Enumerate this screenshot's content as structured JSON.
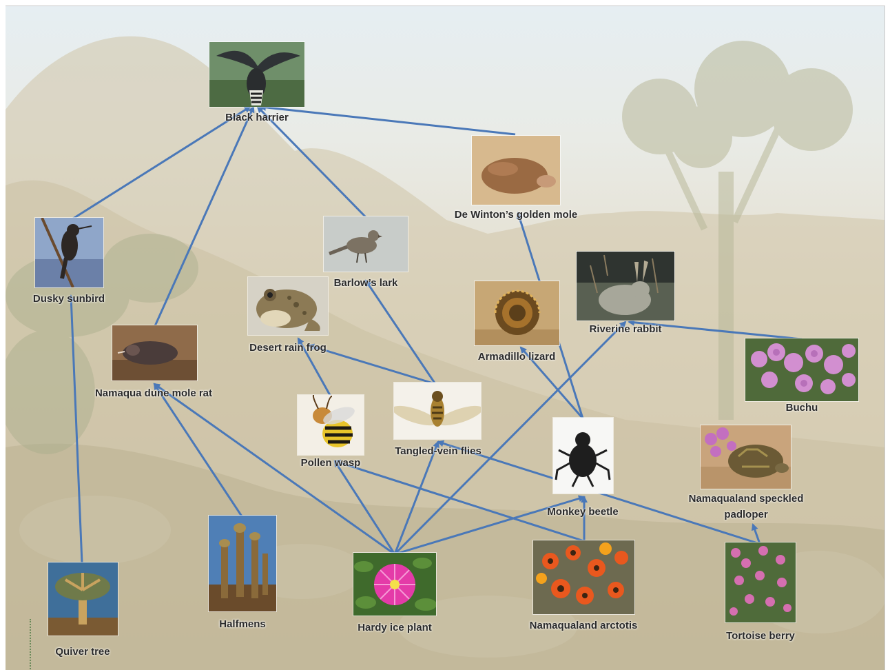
{
  "diagram": {
    "edge_color": "#4a78b8",
    "nodes": [
      {
        "id": "black_harrier",
        "label": "Black harrier",
        "icon": "harrier-photo"
      },
      {
        "id": "de_wintons_golden_mole",
        "label": "De Winton’s golden mole",
        "icon": "golden-mole-photo"
      },
      {
        "id": "dusky_sunbird",
        "label": "Dusky sunbird",
        "icon": "sunbird-photo"
      },
      {
        "id": "barlows_lark",
        "label": "Barlow’s lark",
        "icon": "lark-photo"
      },
      {
        "id": "riverine_rabbit",
        "label": "Riverine rabbit",
        "icon": "rabbit-photo"
      },
      {
        "id": "desert_rain_frog",
        "label": "Desert rain frog",
        "icon": "frog-photo"
      },
      {
        "id": "armadillo_lizard",
        "label": "Armadillo lizard",
        "icon": "lizard-photo"
      },
      {
        "id": "namaqua_dune_mole_rat",
        "label": "Namaqua dune mole rat",
        "icon": "mole-rat-photo"
      },
      {
        "id": "buchu",
        "label": "Buchu",
        "icon": "buchu-flower-photo"
      },
      {
        "id": "pollen_wasp",
        "label": "Pollen wasp",
        "icon": "wasp-photo"
      },
      {
        "id": "tangled_vein_flies",
        "label": "Tangled-vein flies",
        "icon": "fly-photo"
      },
      {
        "id": "monkey_beetle",
        "label": "Monkey beetle",
        "icon": "beetle-photo"
      },
      {
        "id": "namaqualand_speckled_padloper",
        "label": "Namaqualand speckled padloper",
        "icon": "tortoise-photo"
      },
      {
        "id": "quiver_tree",
        "label": "Quiver tree",
        "icon": "quiver-tree-photo"
      },
      {
        "id": "halfmens",
        "label": "Halfmens",
        "icon": "halfmens-photo"
      },
      {
        "id": "hardy_ice_plant",
        "label": "Hardy ice plant",
        "icon": "ice-plant-photo"
      },
      {
        "id": "namaqualand_arctotis",
        "label": "Namaqualand arctotis",
        "icon": "arctotis-photo"
      },
      {
        "id": "tortoise_berry",
        "label": "Tortoise berry",
        "icon": "tortoise-berry-photo"
      }
    ],
    "edges": [
      {
        "from": "dusky_sunbird",
        "to": "black_harrier"
      },
      {
        "from": "namaqua_dune_mole_rat",
        "to": "black_harrier"
      },
      {
        "from": "barlows_lark",
        "to": "black_harrier"
      },
      {
        "from": "de_wintons_golden_mole",
        "to": "black_harrier"
      },
      {
        "from": "quiver_tree",
        "to": "dusky_sunbird"
      },
      {
        "from": "halfmens",
        "to": "namaqua_dune_mole_rat"
      },
      {
        "from": "hardy_ice_plant",
        "to": "namaqua_dune_mole_rat"
      },
      {
        "from": "pollen_wasp",
        "to": "desert_rain_frog"
      },
      {
        "from": "tangled_vein_flies",
        "to": "desert_rain_frog"
      },
      {
        "from": "tangled_vein_flies",
        "to": "barlows_lark"
      },
      {
        "from": "monkey_beetle",
        "to": "armadillo_lizard"
      },
      {
        "from": "monkey_beetle",
        "to": "de_wintons_golden_mole"
      },
      {
        "from": "hardy_ice_plant",
        "to": "riverine_rabbit"
      },
      {
        "from": "buchu",
        "to": "riverine_rabbit"
      },
      {
        "from": "hardy_ice_plant",
        "to": "pollen_wasp"
      },
      {
        "from": "hardy_ice_plant",
        "to": "tangled_vein_flies"
      },
      {
        "from": "hardy_ice_plant",
        "to": "monkey_beetle"
      },
      {
        "from": "namaqualand_arctotis",
        "to": "monkey_beetle"
      },
      {
        "from": "namaqualand_arctotis",
        "to": "pollen_wasp"
      },
      {
        "from": "tortoise_berry",
        "to": "tangled_vein_flies"
      },
      {
        "from": "tortoise_berry",
        "to": "namaqualand_speckled_padloper"
      }
    ]
  }
}
